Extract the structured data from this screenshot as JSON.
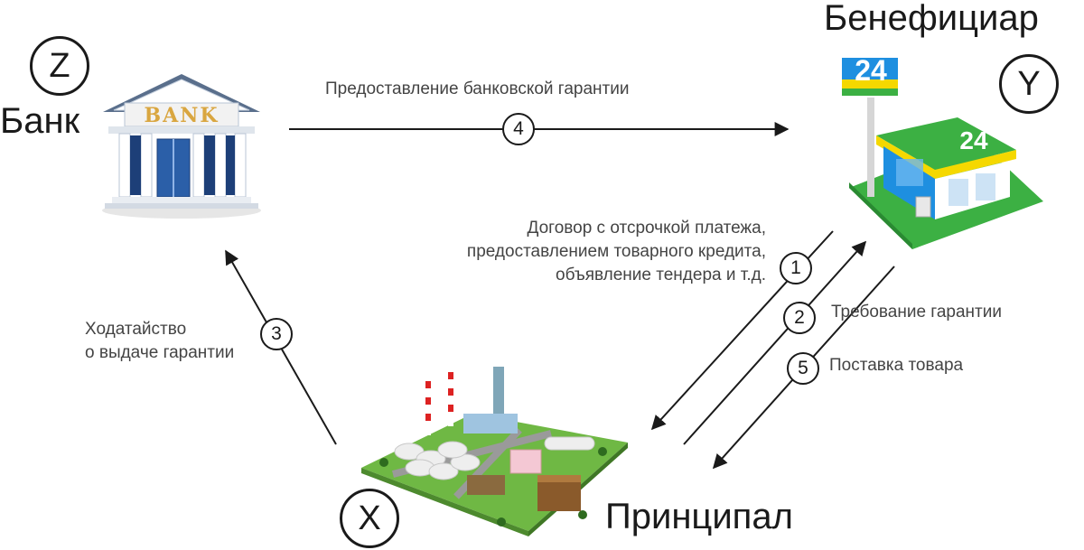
{
  "bank": {
    "name": "Банк",
    "badge": "Z",
    "sign": "BANK"
  },
  "beneficiary": {
    "name": "Бенефициар",
    "badge": "Y",
    "sign": "24"
  },
  "principal": {
    "name": "Принципал",
    "badge": "X"
  },
  "steps": {
    "s1": {
      "number": "1",
      "lines": [
        "Договор с отсрочкой платежа,",
        "предоставлением товарного кредита,",
        "объявление тендера и т.д."
      ]
    },
    "s2": {
      "number": "2",
      "label": "Требование гарантии"
    },
    "s3": {
      "number": "3",
      "lines": [
        "Ходатайство",
        "о выдаче гарантии"
      ]
    },
    "s4": {
      "number": "4",
      "label": "Предоставление банковской гарантии"
    },
    "s5": {
      "number": "5",
      "label": "Поставка товара"
    }
  },
  "colors": {
    "arrow": "#1a1a1a",
    "store_green": "#3cb043",
    "store_blue": "#1e8fe0",
    "store_yellow": "#f5d800",
    "bank_gold": "#d9a640",
    "factory_ground": "#6fb844"
  }
}
